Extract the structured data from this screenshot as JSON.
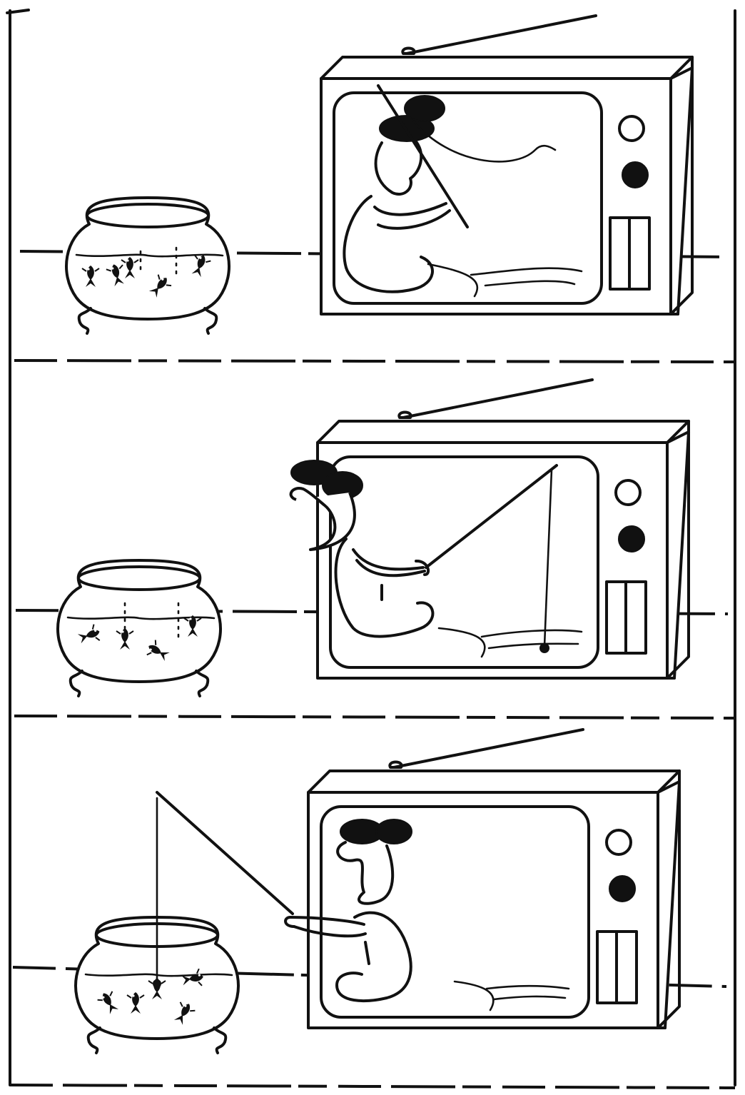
{
  "comic": {
    "panels": [
      {
        "id": "panel-1",
        "figure_location": "inside-tv",
        "fishing_line_target": "tv-screen"
      },
      {
        "id": "panel-2",
        "figure_location": "leaning-out-of-tv",
        "fishing_line_target": "tv-screen"
      },
      {
        "id": "panel-3",
        "figure_location": "reaching-out-of-tv",
        "fishing_line_target": "fish-bowl"
      }
    ],
    "icons": {
      "tv": "television-icon",
      "bowl": "fish-bowl-icon",
      "figure": "fisherman-figure",
      "fish": "goldfish-icon"
    },
    "colors": {
      "ink": "#111111",
      "paper": "#ffffff"
    }
  }
}
